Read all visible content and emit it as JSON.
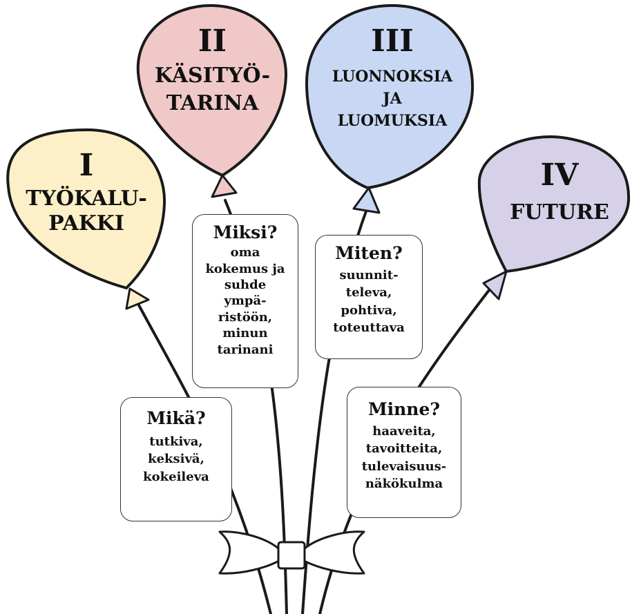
{
  "colors": {
    "balloon_1": "#fdf0c8",
    "balloon_2": "#f0c8c8",
    "balloon_3": "#c8d8f4",
    "balloon_4": "#d6d0e8",
    "outline": "#1a1a1a",
    "bow": "#ffffff"
  },
  "balloons": [
    {
      "numeral": "I",
      "lines": [
        "TYÖKALU-",
        "PAKKI"
      ]
    },
    {
      "numeral": "II",
      "lines": [
        "KÄSITYÖ-",
        "TARINA"
      ]
    },
    {
      "numeral": "III",
      "lines": [
        "LUONNOKSIA",
        "JA",
        "LUOMUKSIA"
      ]
    },
    {
      "numeral": "IV",
      "lines": [
        "FUTURE"
      ]
    }
  ],
  "questions": [
    {
      "heading": "Mikä?",
      "lines": [
        "tutkiva,",
        "keksivä,",
        "kokeileva"
      ]
    },
    {
      "heading": "Miksi?",
      "lines": [
        "oma",
        "kokemus ja",
        "suhde",
        "ympä-",
        "ristöön,",
        "minun",
        "tarinani"
      ]
    },
    {
      "heading": "Miten?",
      "lines": [
        "suunnit-",
        "televa,",
        "pohtiva,",
        "toteuttava"
      ]
    },
    {
      "heading": "Minne?",
      "lines": [
        "haaveita,",
        "tavoitteita,",
        "tulevaisuus-",
        "näkökulma"
      ]
    }
  ]
}
